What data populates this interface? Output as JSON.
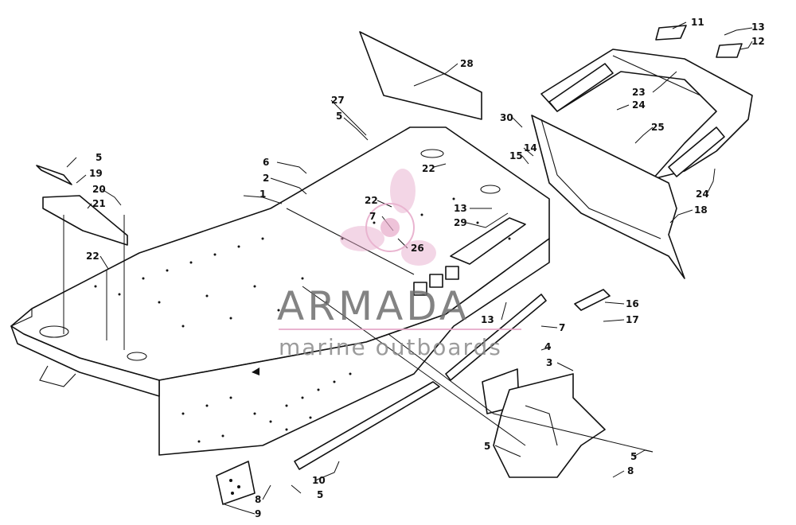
{
  "watermark": {
    "brand": "ARMADA",
    "tagline": "marine outboards",
    "accent_color": "#e6a8c8",
    "text_color": "#6e6e6e"
  },
  "callouts": {
    "c1": "1",
    "c2": "2",
    "c3": "3",
    "c4": "4",
    "c5a": "5",
    "c5b": "5",
    "c5c": "5",
    "c5d": "5",
    "c5e": "5",
    "c6": "6",
    "c7a": "7",
    "c7b": "7",
    "c8a": "8",
    "c8b": "8",
    "c9": "9",
    "c10": "10",
    "c11": "11",
    "c12": "12",
    "c13a": "13",
    "c13b": "13",
    "c13c": "13",
    "c14": "14",
    "c15": "15",
    "c16": "16",
    "c17": "17",
    "c18": "18",
    "c19": "19",
    "c20": "20",
    "c21": "21",
    "c22a": "22",
    "c22b": "22",
    "c22c": "22",
    "c23": "23",
    "c24a": "24",
    "c24b": "24",
    "c25": "25",
    "c26": "26",
    "c27": "27",
    "c28": "28",
    "c29": "29",
    "c30": "30"
  }
}
